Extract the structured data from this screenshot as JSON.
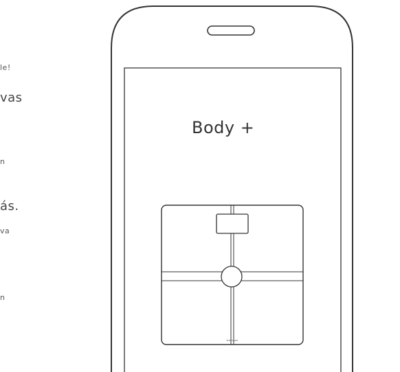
{
  "left_panel": {
    "fragments": [
      {
        "text": "le!"
      },
      {
        "text": "vas"
      },
      {
        "text": "n"
      },
      {
        "text": "ás."
      },
      {
        "text": "va"
      },
      {
        "text": "n"
      }
    ]
  },
  "phone": {
    "screen_title": "Body +",
    "scale_brand": "WITHINGS"
  },
  "colors": {
    "outline": "#333333",
    "background": "#ffffff"
  }
}
